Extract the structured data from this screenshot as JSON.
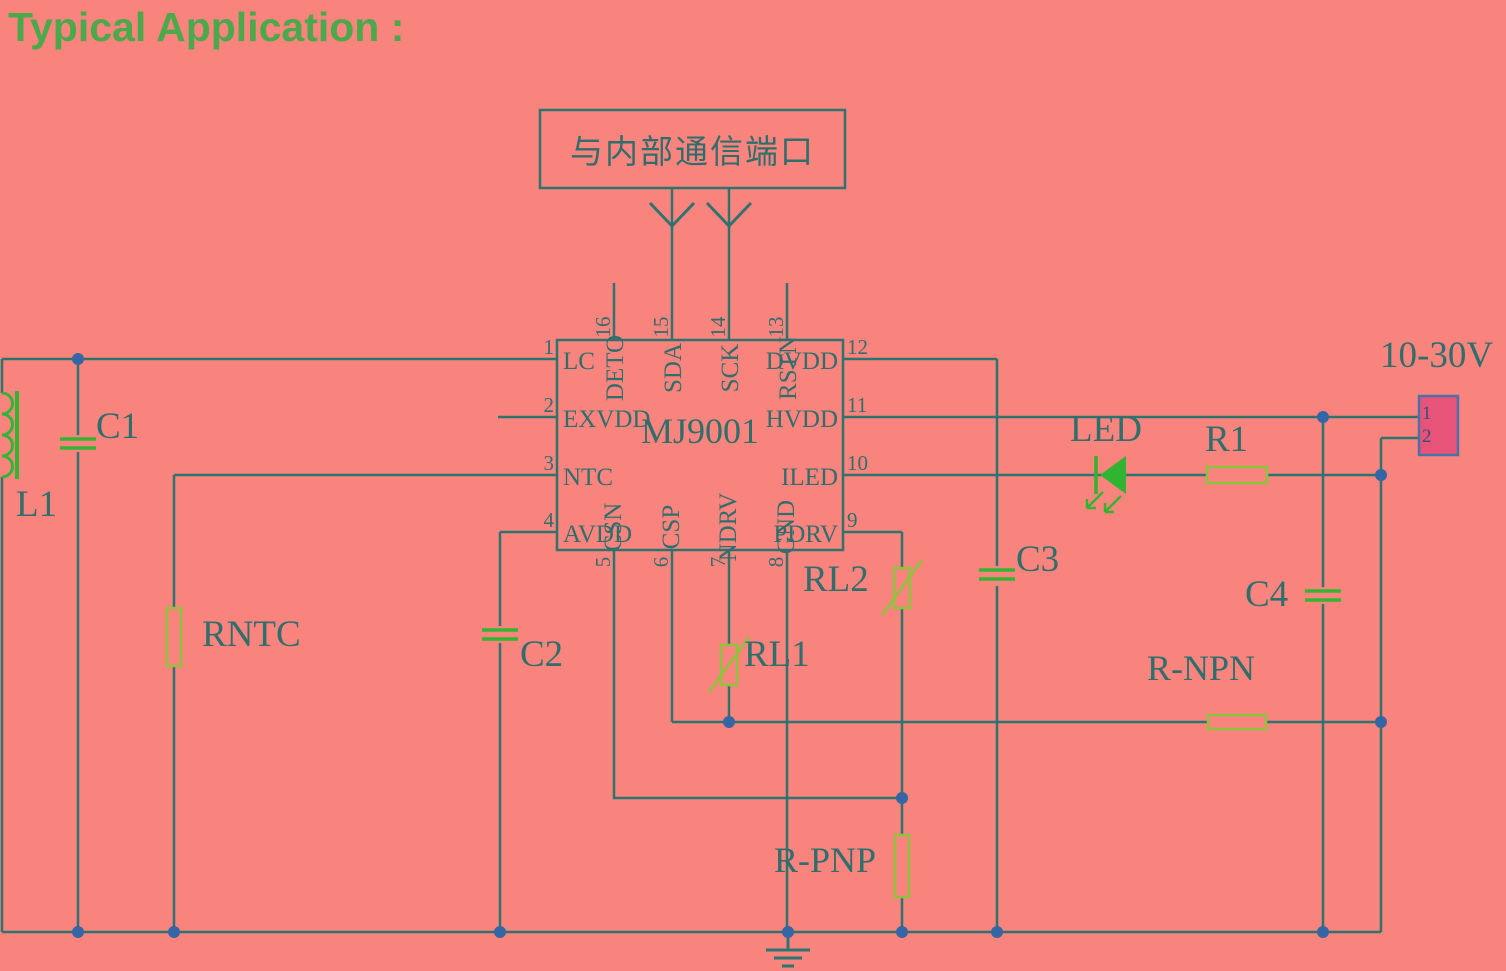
{
  "title": "Typical Application :",
  "comm_box": {
    "label": "与内部通信端口"
  },
  "supply": {
    "voltage": "10-30V",
    "connector_pin1": "1",
    "connector_pin2": "2"
  },
  "chip": {
    "name": "MJ9001",
    "pins_left": [
      {
        "num": "1",
        "label": "LC"
      },
      {
        "num": "2",
        "label": "EXVDD"
      },
      {
        "num": "3",
        "label": "NTC"
      },
      {
        "num": "4",
        "label": "AVDD"
      }
    ],
    "pins_right": [
      {
        "num": "12",
        "label": "DVDD"
      },
      {
        "num": "11",
        "label": "HVDD"
      },
      {
        "num": "10",
        "label": "ILED"
      },
      {
        "num": "9",
        "label": "PDRV"
      }
    ],
    "pins_top": [
      {
        "num": "16",
        "label": "DETO"
      },
      {
        "num": "15",
        "label": "SDA"
      },
      {
        "num": "14",
        "label": "SCK"
      },
      {
        "num": "13",
        "label": "RSTN"
      }
    ],
    "pins_bottom": [
      {
        "num": "5",
        "label": "CSN"
      },
      {
        "num": "6",
        "label": "CSP"
      },
      {
        "num": "7",
        "label": "NDRV"
      },
      {
        "num": "8",
        "label": "GND"
      }
    ]
  },
  "components": {
    "l1": "L1",
    "c1": "C1",
    "rntc": "RNTC",
    "c2": "C2",
    "rl1": "RL1",
    "rl2": "RL2",
    "c3": "C3",
    "c4": "C4",
    "r1": "R1",
    "led": "LED",
    "r_npn": "R-NPN",
    "r_pnp": "R-PNP"
  },
  "colors": {
    "background": "#F9847E",
    "wire": "#2E7370",
    "label_text": "#2E6E6C",
    "title_green": "#4BA94B",
    "component_green": "#33B533",
    "resistor_green": "#8CC43C",
    "junction_blue": "#3465A4",
    "connector_fill": "#E75379",
    "connector_border": "#4A72A8"
  }
}
